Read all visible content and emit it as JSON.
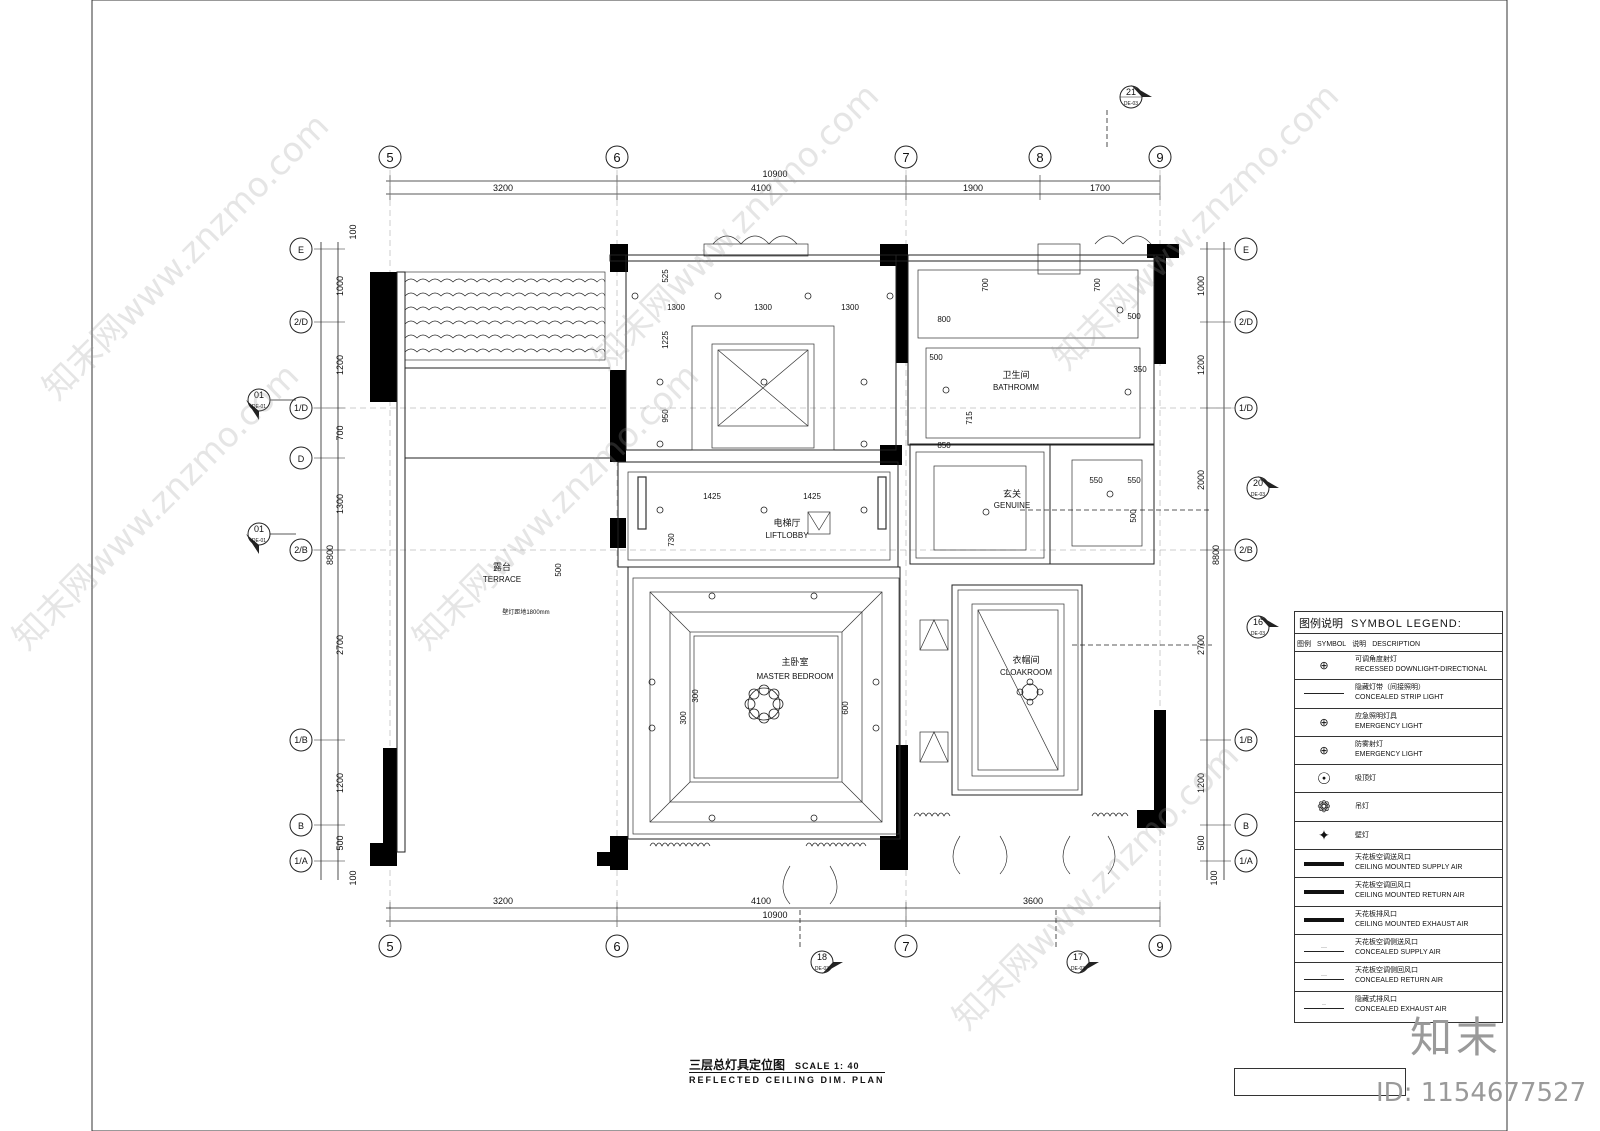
{
  "grid_columns": [
    "5",
    "6",
    "7",
    "8",
    "9"
  ],
  "grid_rows": [
    "E",
    "2/D",
    "1/D",
    "D",
    "2/B",
    "1/B",
    "B",
    "1/A"
  ],
  "dims_top": {
    "total": "10900",
    "spans": [
      "3200",
      "4100",
      "1900",
      "1700"
    ]
  },
  "dims_bottom": {
    "total": "10900",
    "spans": [
      "3200",
      "4100",
      "3600"
    ]
  },
  "dims_left": {
    "total": "8800",
    "spans": [
      "100",
      "1000",
      "1200",
      "700",
      "1300",
      "2700",
      "1200",
      "500",
      "100"
    ]
  },
  "dims_right": {
    "total": "8800",
    "spans": [
      "1000",
      "1200",
      "2000",
      "2700",
      "1200",
      "500",
      "100"
    ]
  },
  "inner_dims": [
    "525",
    "1300",
    "1300",
    "1300",
    "1225",
    "950",
    "1425",
    "1425",
    "730",
    "700",
    "800",
    "700",
    "500",
    "500",
    "350",
    "715",
    "850",
    "550",
    "550",
    "500",
    "500",
    "300",
    "300",
    "600"
  ],
  "rooms": {
    "bathroom_cn": "卫生间",
    "bathroom_en": "BATHROMM",
    "lift_cn": "电梯厅",
    "lift_en": "LIFTLOBBY",
    "genuine_cn": "玄关",
    "genuine_en": "GENUINE",
    "terrace_cn": "露台",
    "terrace_en": "TERRACE",
    "terrace_note": "壁灯距地1800mm",
    "master_cn": "主卧室",
    "master_en": "MASTER BEDROOM",
    "cloak_cn": "衣帽间",
    "cloak_en": "CLOAKROOM"
  },
  "section_marks": [
    {
      "num": "21",
      "ref": "DE-03"
    },
    {
      "num": "01",
      "ref": "DE-01"
    },
    {
      "num": "01",
      "ref": "DE-01"
    },
    {
      "num": "20",
      "ref": "DE-03"
    },
    {
      "num": "16",
      "ref": "DE-03"
    },
    {
      "num": "18",
      "ref": "DE-03"
    },
    {
      "num": "17",
      "ref": "DE-03"
    }
  ],
  "legend": {
    "title_cn": "图例说明",
    "title_en": "SYMBOL LEGEND:",
    "head_cn": "图例",
    "head_symbol": "SYMBOL",
    "head_desc_cn": "说明",
    "head_desc_en": "DESCRIPTION",
    "items": [
      {
        "cn": "可调角度射灯",
        "en": "RECESSED DOWNLIGHT-DIRECTIONAL",
        "symbol": "downlight-icon"
      },
      {
        "cn": "隐藏灯带（间接照明）",
        "en": "CONCEALED STRIP LIGHT",
        "symbol": "strip-line-icon"
      },
      {
        "cn": "应急照明灯具",
        "en": "EMERGENCY LIGHT",
        "symbol": "emergency-icon"
      },
      {
        "cn": "防雾射灯",
        "en": "EMERGENCY LIGHT",
        "symbol": "antifog-icon"
      },
      {
        "cn": "吸顶灯",
        "en": "",
        "symbol": "ceiling-lamp-icon"
      },
      {
        "cn": "吊灯",
        "en": "",
        "symbol": "pendant-icon"
      },
      {
        "cn": "壁灯",
        "en": "",
        "symbol": "wall-lamp-icon"
      },
      {
        "cn": "天花板空调送风口",
        "en": "CEILING MOUNTED SUPPLY AIR",
        "symbol": "supply-bar-icon"
      },
      {
        "cn": "天花板空调回风口",
        "en": "CEILING MOUNTED RETURN AIR",
        "symbol": "return-bar-icon"
      },
      {
        "cn": "天花板排风口",
        "en": "CEILING MOUNTED EXHAUST AIR",
        "symbol": "exhaust-bar-icon"
      },
      {
        "cn": "天花板空调侧送风口",
        "en": "CONCEALED SUPPLY AIR",
        "symbol": "concealed-supply-icon"
      },
      {
        "cn": "天花板空调侧回风口",
        "en": "CONCEALED RETURN AIR",
        "symbol": "concealed-return-icon"
      },
      {
        "cn": "隐藏式排风口",
        "en": "CONCEALED EXHAUST AIR",
        "symbol": "concealed-exhaust-icon"
      }
    ]
  },
  "title": {
    "cn": "三层总灯具定位图",
    "scale": "SCALE 1: 40",
    "en": "REFLECTED CEILING DIM. PLAN"
  },
  "brand": "知末",
  "file_id": "ID: 1154677527",
  "watermark": "知末网www.znzmo.com"
}
